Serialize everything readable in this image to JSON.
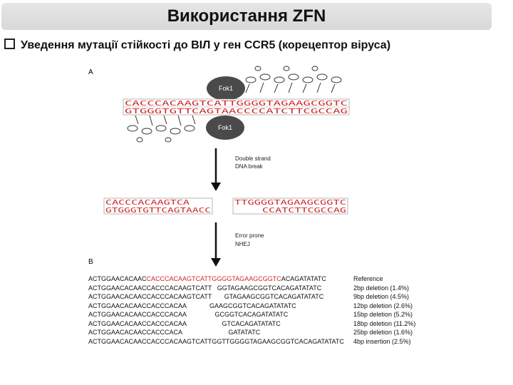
{
  "title": "Використання ZFN",
  "bullet": "Уведення мутації стійкості до ВІЛ у ген CCR5 (корецептор віруса)",
  "panel_a": {
    "label": "A",
    "enzyme_label": "Fok1",
    "top_strand": "CACCCACAAGTCATTGGGGTAGAAGCGGTC",
    "bottom_strand": "GTGGGTGTTCAGTAACCCCATCTTCGCCAG",
    "arrow1_text_line1": "Double strand",
    "arrow1_text_line2": "DNA break",
    "left_top": "CACCCACAAGTCA",
    "left_bottom": "GTGGGTGTTCAGTAACC",
    "right_top": "TTGGGGTAGAAGCGGTC",
    "right_bottom": "CCATCTTCGCCAG",
    "arrow2_text_line1": "Error prone",
    "arrow2_text_line2": "NHEJ"
  },
  "panel_b": {
    "label": "B",
    "rows": [
      {
        "pre": "ACTGGAACACAAC",
        "red": "CACCCACAAGTCATTGGGGTAGAAGCGGTC",
        "post": "ACAGATATATC",
        "desc": "Reference"
      },
      {
        "pre": "ACTGGAACACAACCACCCACAAGTCATT   GGTAGAAGCGGTCACAGATATATC",
        "red": "",
        "post": "",
        "desc": "2bp deletion (1.4%)"
      },
      {
        "pre": "ACTGGAACACAACCACCCACAAGTCATT       GTAGAAGCGGTCACAGATATATC",
        "red": "",
        "post": "",
        "desc": "9bp deletion (4.5%)"
      },
      {
        "pre": "ACTGGAACACAACCACCCACAA             GAAGCGGTCACAGATATATC",
        "red": "",
        "post": "",
        "desc": "12bp deletion (2.6%)"
      },
      {
        "pre": "ACTGGAACACAACCACCCACAA                GCGGTCACAGATATATC",
        "red": "",
        "post": "",
        "desc": "15bp deletion (5.2%)"
      },
      {
        "pre": "ACTGGAACACAACCACCCACAA                    GTCACAGATATATC",
        "red": "",
        "post": "",
        "desc": "18bp deletion (11.2%)"
      },
      {
        "pre": "ACTGGAACACAACCACCCACA                          GATATATC",
        "red": "",
        "post": "",
        "desc": "25bp deletion (1.6%)"
      },
      {
        "pre": "ACTGGAACACAACCACCCACAAGTCATTGGTTGGGGTAGAAGCGGTCACAGATATATC",
        "red": "",
        "post": "",
        "desc": "4bp insertion (2.5%)"
      }
    ]
  },
  "colors": {
    "dna_red": "#d0282a",
    "enzyme": "#4a4a4a",
    "title_bg": "#dcdcdc"
  }
}
